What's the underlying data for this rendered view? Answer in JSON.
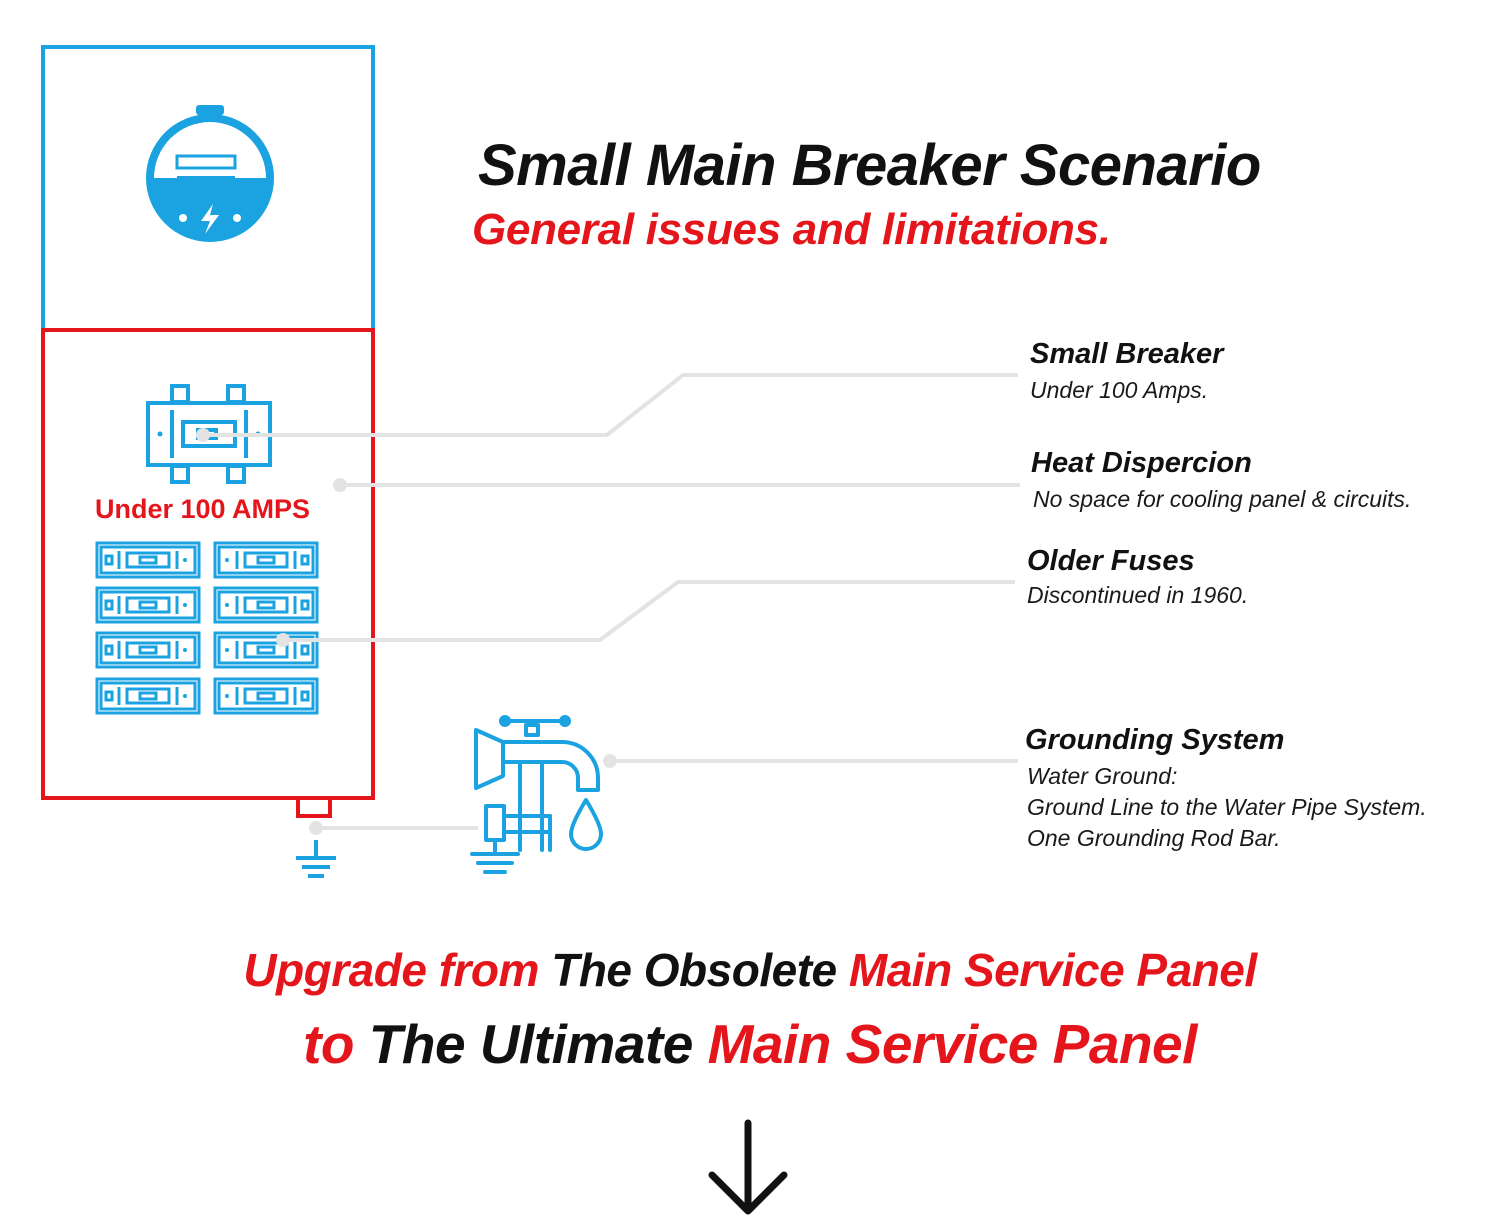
{
  "title": "Small Main Breaker Scenario",
  "subtitle": "General issues and limitations.",
  "panel": {
    "rating_label": "Under 100 AMPS"
  },
  "callouts": [
    {
      "heading": "Small Breaker",
      "lines": [
        "Under 100 Amps."
      ]
    },
    {
      "heading": "Heat Dispercion",
      "lines": [
        "No space for cooling panel & circuits."
      ]
    },
    {
      "heading": "Older Fuses",
      "lines": [
        "Discontinued in 1960."
      ]
    },
    {
      "heading": "Grounding System",
      "lines": [
        "Water Ground:",
        "Ground Line to the Water Pipe System.",
        "One Grounding Rod Bar."
      ]
    }
  ],
  "cta": {
    "line1": [
      {
        "text": "Upgrade from ",
        "color": "red"
      },
      {
        "text": "The Obsolete ",
        "color": "black"
      },
      {
        "text": "Main Service Panel",
        "color": "red"
      }
    ],
    "line2": [
      {
        "text": "to ",
        "color": "red"
      },
      {
        "text": "The Ultimate ",
        "color": "black"
      },
      {
        "text": "Main Service Panel",
        "color": "red"
      }
    ]
  },
  "colors": {
    "meter_blue": "#1aa3e0",
    "panel_red": "#e4161c",
    "connector_gray": "#e3e3e3",
    "text_black": "#111111"
  },
  "icons": [
    "electric-meter-icon",
    "main-breaker-icon",
    "circuit-breaker-icon",
    "water-faucet-icon",
    "ground-symbol-icon",
    "down-arrow-icon"
  ]
}
